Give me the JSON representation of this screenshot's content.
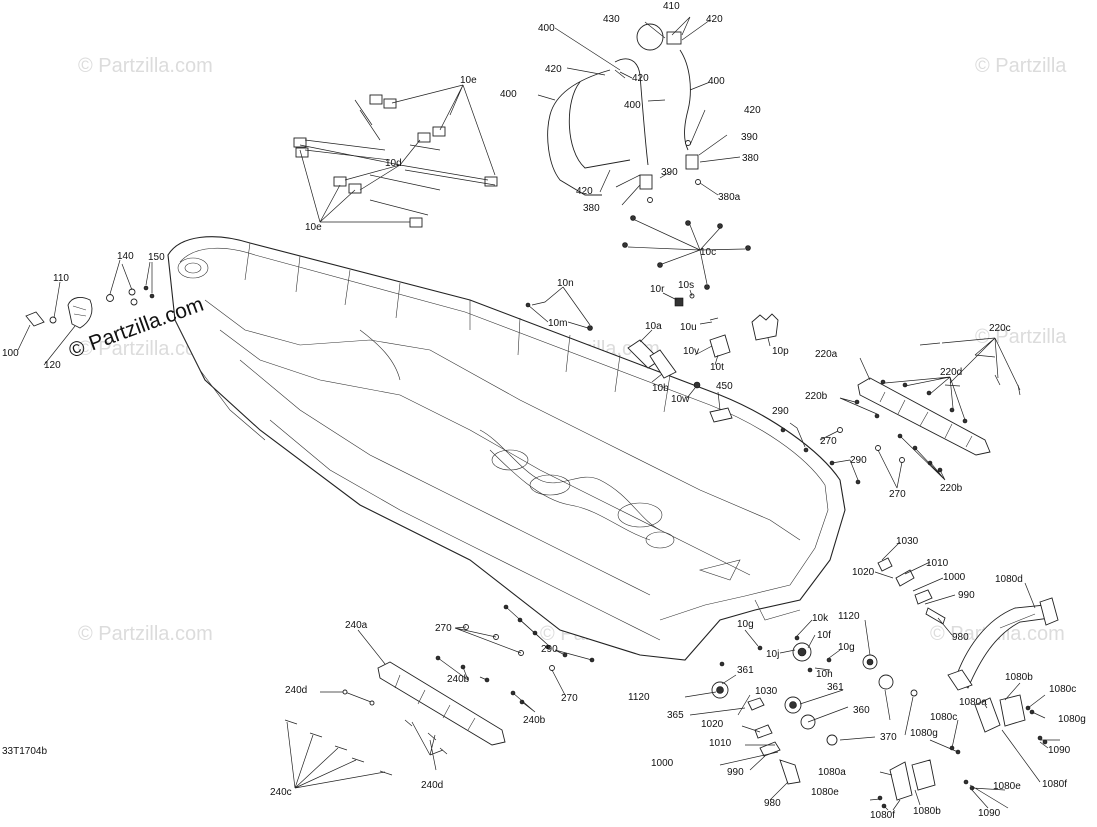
{
  "diagram_id": "33T1704b",
  "watermarks": [
    "© Partzilla.com",
    "© Partzilla",
    "© Partzilla",
    "© Partzilla.com",
    "© Partzilla.com",
    "© Partzilla.com",
    "© Partzilla.com",
    "© Partzilla.com"
  ],
  "overlay_watermark": "© Partzilla.com",
  "labels": {
    "l430": "430",
    "l410": "410",
    "l420a": "420",
    "l400a": "400",
    "l420b": "420",
    "l420c": "420",
    "l400b": "400",
    "l400c": "400",
    "l400d": "400",
    "l420d": "420",
    "l390a": "390",
    "l380a": "380",
    "l420e": "420",
    "l390b": "390",
    "l380b": "380",
    "l380c": "380a",
    "l10e_top": "10e",
    "l10d": "10d",
    "l10e_bot": "10e",
    "l10c": "10c",
    "l140": "140",
    "l150": "150",
    "l110": "110",
    "l100": "100",
    "l120": "120",
    "l10n": "10n",
    "l10m": "10m",
    "l10r": "10r",
    "l10s": "10s",
    "l10a": "10a",
    "l10u": "10u",
    "l10v": "10v",
    "l10t": "10t",
    "l10b": "10b",
    "l10w": "10w",
    "l10p": "10p",
    "l450": "450",
    "l220c": "220c",
    "l220a": "220a",
    "l220d": "220d",
    "l220b_a": "220b",
    "l220b_b": "220b",
    "l290a": "290",
    "l270a": "270",
    "l290b": "290",
    "l270b": "270",
    "l1030a": "1030",
    "l1010a": "1010",
    "l1020a": "1020",
    "l1000a": "1000",
    "l990a": "990",
    "l980a": "980",
    "l1080d": "1080d",
    "l240a": "240a",
    "l270c": "270",
    "l290c": "290",
    "l240b_a": "240b",
    "l240d_a": "240d",
    "l270d": "270",
    "l240b_b": "240b",
    "l240c": "240c",
    "l240d_b": "240d",
    "l10k": "10k",
    "l10g_a": "10g",
    "l10f": "10f",
    "l10j": "10j",
    "l1120a": "1120",
    "l10g_b": "10g",
    "l10h": "10h",
    "l361a": "361",
    "l361b": "361",
    "l1120b": "1120",
    "l1030b": "1030",
    "l365": "365",
    "l1020b": "1020",
    "l360": "360",
    "l1010b": "1010",
    "l370": "370",
    "l1000b": "1000",
    "l990b": "990",
    "l980b": "980",
    "l1080b_a": "1080b",
    "l1080c_a": "1080c",
    "l1080a_a": "1080a",
    "l1080g": "1080g",
    "l1080c_b": "1080c",
    "l1090a": "1090",
    "l1080g_b": "1080g",
    "l1080a_b": "1080a",
    "l1080e_a": "1080e",
    "l1080e_b": "1080e",
    "l1080f_a": "1080f",
    "l1080b_b": "1080b",
    "l1080f_b": "1080f",
    "l1090b": "1090"
  }
}
